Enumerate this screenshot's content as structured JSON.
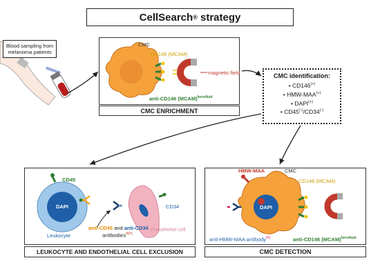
{
  "title": {
    "main": "CellSearch",
    "reg": "®",
    "rest": " strategy"
  },
  "blood": {
    "line1": "Blood sampling from",
    "line2": "melanoma patients"
  },
  "enrichment": {
    "cmc": "CMC",
    "cd146": "CD146 (MCAM)",
    "magnetic": "magnetic field",
    "anti": "anti-CD146 (MCAM)",
    "anti_sup": "ferrofluid",
    "label": "CMC ENRICHMENT"
  },
  "identification": {
    "head": "CMC identification:",
    "items": [
      {
        "bullet": "•",
        "text": "CD146",
        "sup": "(+)"
      },
      {
        "bullet": "•",
        "text": "HMW-MAA",
        "sup": "(+)"
      },
      {
        "bullet": "•",
        "text": "DAPI",
        "sup": "(+)"
      },
      {
        "bullet": "•",
        "text": "CD45",
        "sup": "(-)",
        "text2": "/CD34",
        "sup2": "(-)"
      }
    ]
  },
  "exclusion": {
    "cd45": "CD45",
    "dapi": "DAPI",
    "leukocyte": "Leukocyte",
    "cd34": "CD34",
    "endothelial": "Endothelial cell",
    "anti45": "anti-CD45",
    "and": " and ",
    "anti34": "anti-CD34",
    "antibodies": "antibodies",
    "antibodies_sup": "APC",
    "label": "LEUKOCYTE AND ENDOTHELIAL CELL EXCLUSION"
  },
  "detection": {
    "hmw": "HMW-MAA",
    "cmc": "CMC",
    "cd146": "CD146 (MCAM)",
    "dapi": "DAPI",
    "anti_hmw": "anti-HMW-MAA antibody",
    "anti_hmw_sup": "PE",
    "anti146": "anti-CD146 (MCAM)",
    "anti146_sup": "ferrofluid",
    "label": "CMC DETECTION"
  },
  "colors": {
    "orange": "#f5a23c",
    "nucleus": "#e98b30",
    "red_magnet": "#c0392b",
    "blue": "#1565c0",
    "leukocyte": "#9fc8ea",
    "endothelial_pink": "#f2b3c0",
    "green": "#2e8b3a",
    "yellow": "#f1c40f"
  }
}
